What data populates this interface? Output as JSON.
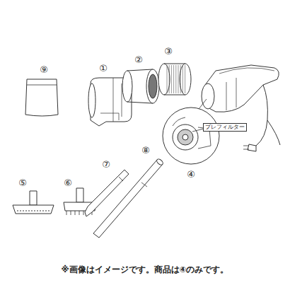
{
  "diagram": {
    "caption": "※画像はイメージです。商品は④のみです。",
    "labels": [
      "⑨",
      "①",
      "②",
      "③",
      "プレフィルター",
      "④",
      "⑤",
      "⑥",
      "⑦",
      "⑧"
    ]
  }
}
